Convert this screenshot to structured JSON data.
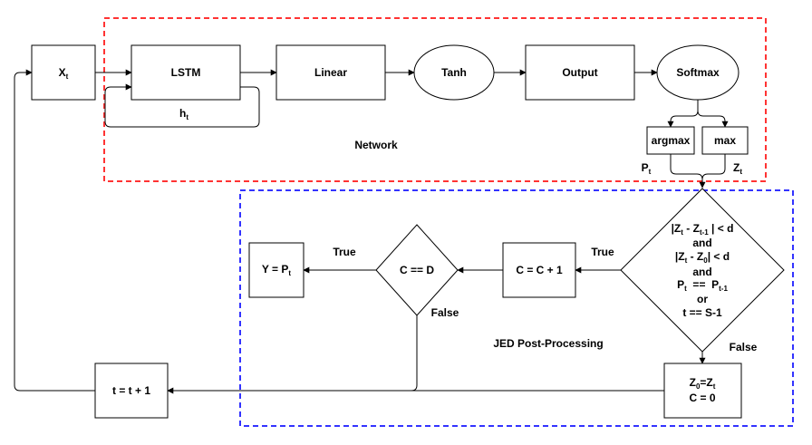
{
  "colors": {
    "network_border": "#ff3333",
    "jed_border": "#3333ff",
    "stroke": "#000000",
    "fill": "#ffffff"
  },
  "network": {
    "title": "Network",
    "xt": {
      "base": "X",
      "sub": "t"
    },
    "lstm": "LSTM",
    "linear": "Linear",
    "tanh": "Tanh",
    "output": "Output",
    "softmax": "Softmax",
    "ht": {
      "base": "h",
      "sub": "t"
    },
    "argmax": "argmax",
    "max": "max",
    "pt": {
      "base": "P",
      "sub": "t"
    },
    "zt": {
      "base": "Z",
      "sub": "t"
    }
  },
  "jed": {
    "title": "JED Post-Processing",
    "cond_line1": [
      "|Z",
      "t",
      " - Z",
      "t-1",
      " | < d"
    ],
    "cond_and1": "and",
    "cond_line2": [
      "|Z",
      "t",
      " - Z",
      "0",
      "| < d"
    ],
    "cond_and2": "and",
    "cond_line3": [
      "P",
      "t",
      "  ==  P",
      "t-1",
      ""
    ],
    "cond_or": "or",
    "cond_line4": "t == S-1",
    "c_inc": "C = C + 1",
    "c_eq_d": "C == D",
    "y_out": [
      "Y = P",
      "t"
    ],
    "reset_line1": [
      "Z",
      "0",
      "=Z",
      "t"
    ],
    "reset_line2": "C = 0",
    "t_inc": "t = t + 1",
    "true_label_1": "True",
    "true_label_2": "True",
    "false_label_1": "False",
    "false_label_2": "False"
  }
}
